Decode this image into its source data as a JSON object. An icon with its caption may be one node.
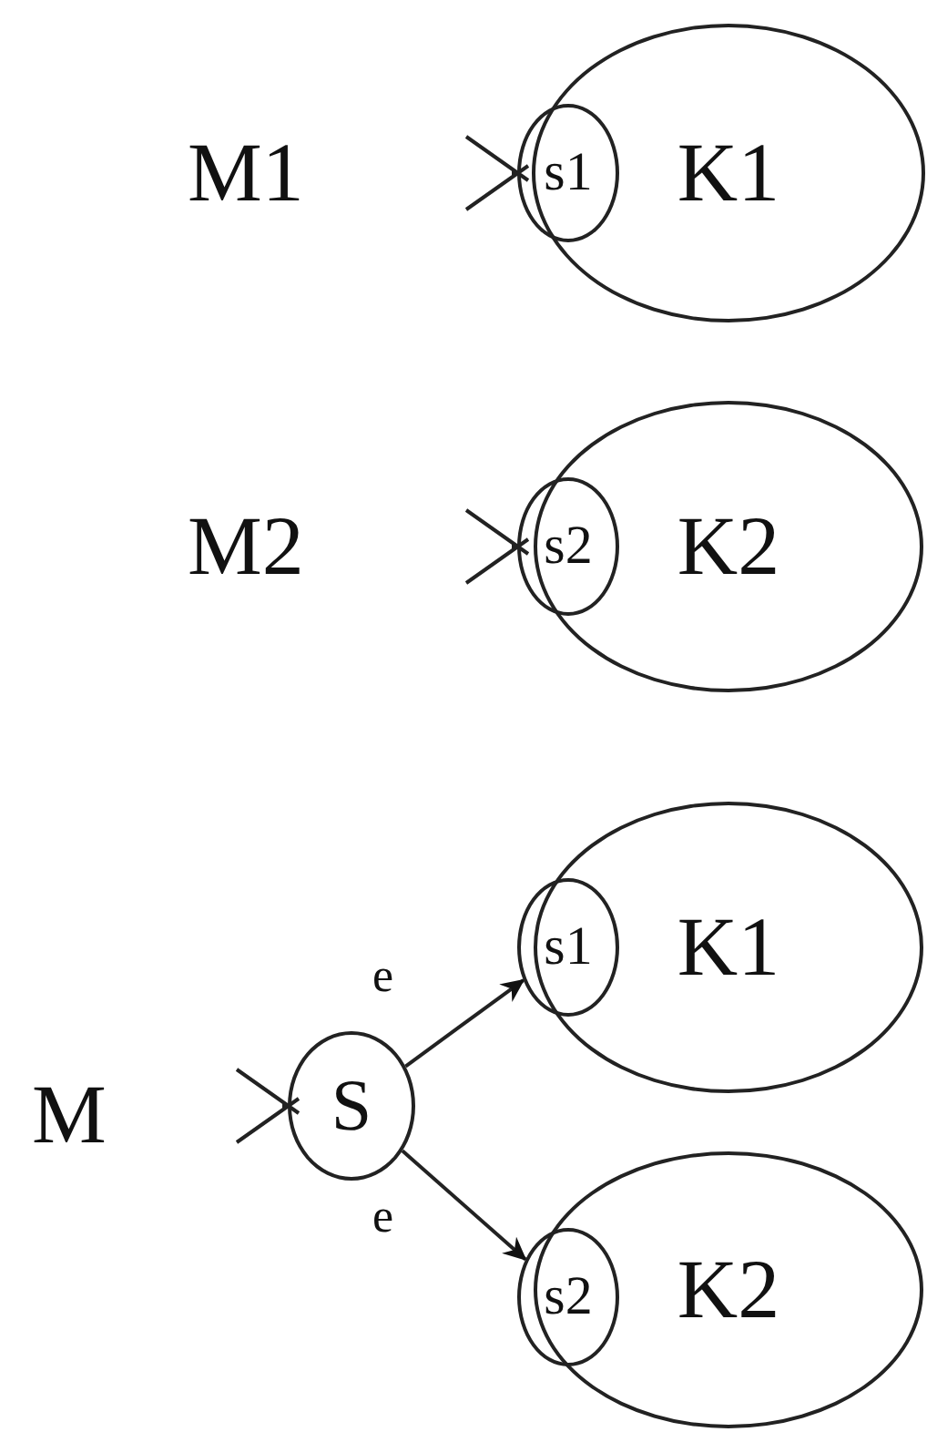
{
  "diagram": {
    "nodes": [
      {
        "text": [
          "M1"
        ]
      },
      {
        "text": [
          "K1"
        ]
      },
      {
        "text": [
          "s1"
        ]
      },
      {
        "text": [
          "M2"
        ]
      },
      {
        "text": [
          "K2"
        ]
      },
      {
        "text": [
          "s2"
        ]
      },
      {
        "text": [
          "K1"
        ]
      },
      {
        "text": [
          "s1"
        ]
      },
      {
        "text": [
          "M"
        ]
      },
      {
        "text": [
          "S"
        ]
      },
      {
        "text": [
          "K2"
        ]
      },
      {
        "text": [
          "s2"
        ]
      }
    ],
    "edges": [
      {
        "from": null,
        "to": 2,
        "arrow": "to"
      },
      {
        "from": null,
        "to": 5,
        "arrow": "to"
      },
      {
        "from": null,
        "to": 9,
        "arrow": "to"
      },
      {
        "from": 9,
        "to": 7,
        "arrow": "to",
        "label": "e"
      },
      {
        "from": 9,
        "to": 11,
        "arrow": "to",
        "label": "e"
      }
    ]
  }
}
